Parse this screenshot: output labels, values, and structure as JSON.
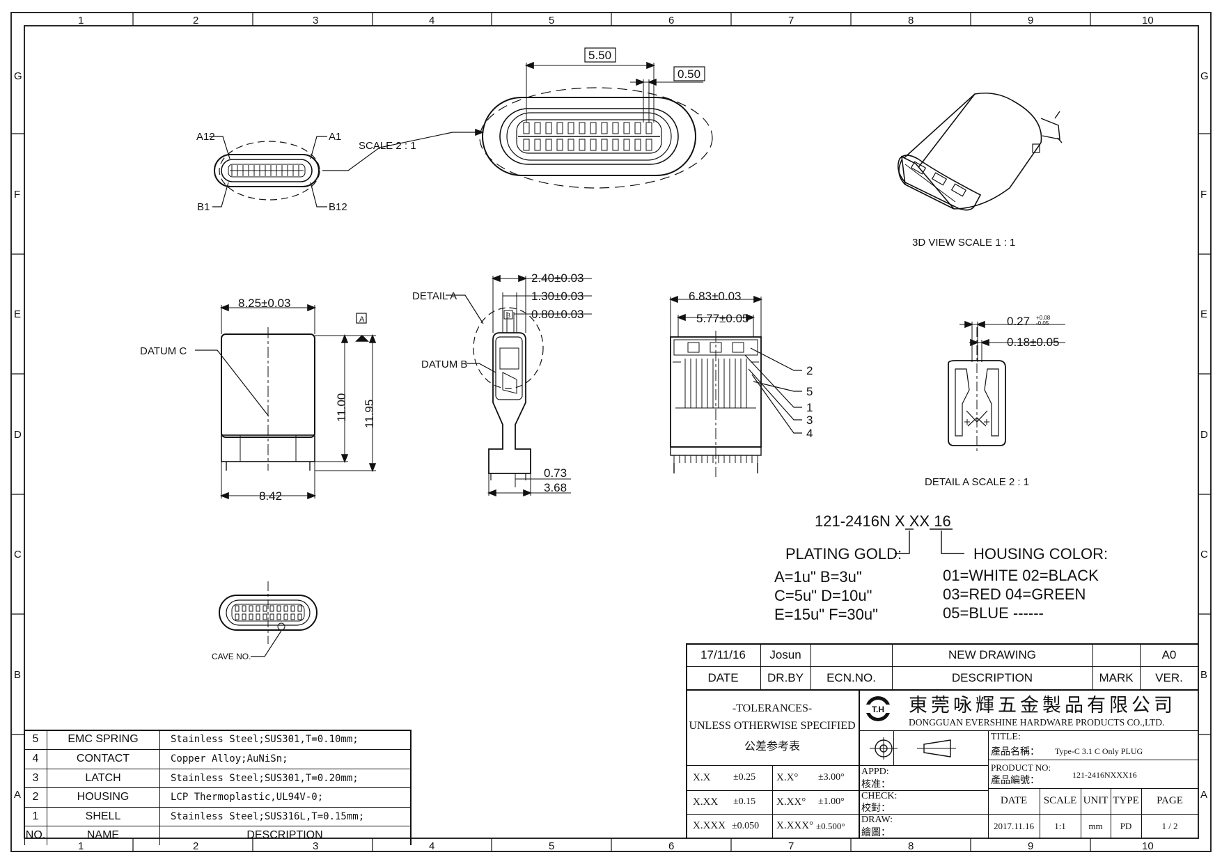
{
  "frame": {
    "columns": [
      "1",
      "2",
      "3",
      "4",
      "5",
      "6",
      "7",
      "8",
      "9",
      "10"
    ],
    "rows": [
      "G",
      "F",
      "E",
      "D",
      "C",
      "B",
      "A"
    ]
  },
  "views": {
    "end_view": {
      "labels": {
        "a12": "A12",
        "a1": "A1",
        "b1": "B1",
        "b12": "B12"
      },
      "scale_label": "SCALE  2 : 1"
    },
    "enlarged": {
      "dim_width": "5.50",
      "dim_pitch": "0.50"
    },
    "iso": {
      "caption": "3D  VIEW    SCALE  1 : 1"
    },
    "front": {
      "dim_top": "8.25±0.03",
      "dim_bottom": "8.42",
      "dim_height1": "11.00",
      "dim_height2": "11.95",
      "datum_c": "DATUM  C",
      "datum_a_flag": "A"
    },
    "side": {
      "dim1": "2.40±0.03",
      "dim2": "1.30±0.03",
      "dim3": "0.80±0.03",
      "dim4": "0.73",
      "dim5": "3.68",
      "detail_a": "DETAIL  A",
      "datum_b": "DATUM  B",
      "datum_b_flag": "B"
    },
    "section": {
      "dim1": "6.83±0.03",
      "dim2": "5.77±0.05",
      "callouts": [
        "2",
        "5",
        "1",
        "3",
        "4"
      ]
    },
    "detail": {
      "dim1": "0.27",
      "dim1_tol_upper": "+0.08",
      "dim1_tol_lower": "-0.05",
      "dim2": "0.18±0.05",
      "caption": "DETAIL  A    SCALE  2 : 1"
    },
    "cave": {
      "label": "CAVE  NO."
    }
  },
  "part_number": {
    "code": "121-2416N  X  XX  16",
    "plating_label": "PLATING  GOLD:",
    "plating_options": [
      "A=1u\"    B=3u\"",
      "C=5u\"    D=10u\"",
      "E=15u\"  F=30u\""
    ],
    "housing_label": "HOUSING  COLOR:",
    "housing_options": [
      "01=WHITE   02=BLACK",
      "03=RED     04=GREEN",
      "05=BLUE   ------"
    ]
  },
  "bom": {
    "headers": {
      "no": "NO.",
      "name": "NAME",
      "description": "DESCRIPTION"
    },
    "rows": [
      {
        "no": "5",
        "name": "EMC  SPRING",
        "description": "Stainless Steel;SUS301,T=0.10mm;"
      },
      {
        "no": "4",
        "name": "CONTACT",
        "description": "Copper Alloy;AuNiSn;"
      },
      {
        "no": "3",
        "name": "LATCH",
        "description": "Stainless Steel;SUS301,T=0.20mm;"
      },
      {
        "no": "2",
        "name": "HOUSING",
        "description": "LCP Thermoplastic,UL94V-0;"
      },
      {
        "no": "1",
        "name": "SHELL",
        "description": "Stainless Steel;SUS316L,T=0.15mm;"
      }
    ]
  },
  "revision": {
    "date": "17/11/16",
    "drawn_by": "Josun",
    "ecn": "",
    "description": "NEW  DRAWING",
    "mark": "",
    "version": "A0",
    "headers": {
      "date": "DATE",
      "drby": "DR.BY",
      "ecn": "ECN.NO.",
      "description": "DESCRIPTION",
      "mark": "MARK",
      "version": "VER."
    }
  },
  "title_block": {
    "tolerances_title": "-TOLERANCES-",
    "tolerances_sub": "UNLESS OTHERWISE SPECIFIED",
    "tolerances_cn": "公差参考表",
    "tolerance_rows": [
      {
        "lin": "X.X",
        "lin_tol": "±0.25",
        "ang": "X.X°",
        "ang_tol": "±3.00°"
      },
      {
        "lin": "X.XX",
        "lin_tol": "±0.15",
        "ang": "X.XX°",
        "ang_tol": "±1.00°"
      },
      {
        "lin": "X.XXX",
        "lin_tol": "±0.050",
        "ang": "X.XXX°",
        "ang_tol": "±0.500°"
      }
    ],
    "company_logo": "T.H",
    "company_cn": "東莞咏輝五金製品有限公司",
    "company_en": "DONGGUAN EVERSHINE HARDWARE PRODUCTS CO.,LTD.",
    "title_label": "TITLE:",
    "title_label_cn": "產品名稱：",
    "title_value": "Type-C 3.1 C Only PLUG",
    "product_no_label": "PRODUCT NO:",
    "product_no_label_cn": "產品編號：",
    "product_no_value": "121-2416NXXX16",
    "appd_label": "APPD:",
    "appd_cn": "核准：",
    "check_label": "CHECK:",
    "check_cn": "校對：",
    "draw_label": "DRAW:",
    "draw_cn": "繪圖：",
    "meta_headers": {
      "date": "DATE",
      "scale": "SCALE",
      "unit": "UNIT",
      "type": "TYPE",
      "page": "PAGE"
    },
    "meta_values": {
      "date": "2017.11.16",
      "scale": "1:1",
      "unit": "mm",
      "type": "PD",
      "page": "1 / 2"
    }
  },
  "colors": {
    "ink": "#111111",
    "paper": "#ffffff"
  }
}
